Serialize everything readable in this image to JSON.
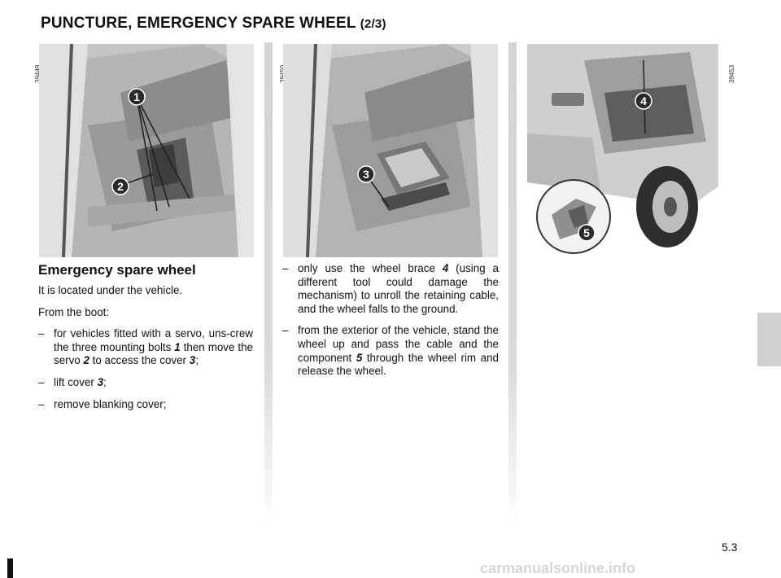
{
  "page": {
    "title": "PUNCTURE, EMERGENCY SPARE WHEEL",
    "title_suffix": "(2/3)",
    "page_number": "5.3",
    "watermark": "carmanualsonline.info"
  },
  "figures": [
    {
      "number": "39449",
      "callouts": [
        "1",
        "2"
      ]
    },
    {
      "number": "39450",
      "callouts": [
        "3"
      ]
    },
    {
      "number": "39453",
      "callouts": [
        "4",
        "5"
      ]
    }
  ],
  "section": {
    "heading": "Emergency spare wheel",
    "intro": "It is located under the vehicle.",
    "from_boot": "From the boot:",
    "steps_left": [
      {
        "dash": "–",
        "parts": [
          "for vehicles fitted with a servo, uns-crew the three mounting bolts ",
          "1",
          " then move the servo ",
          "2",
          " to access the cover ",
          "3",
          ";"
        ]
      },
      {
        "dash": "–",
        "parts": [
          "lift cover ",
          "3",
          ";"
        ]
      },
      {
        "dash": "–",
        "parts": [
          "remove blanking cover;"
        ]
      }
    ],
    "steps_right": [
      {
        "dash": "–",
        "parts": [
          "only use the wheel brace ",
          "4",
          " (using a different tool could damage the mechanism) to unroll the retaining cable, and the wheel falls to the ground."
        ]
      },
      {
        "dash": "–",
        "parts": [
          "from the exterior of the vehicle, stand the wheel up and pass the cable and the component ",
          "5",
          " through the wheel rim and release the wheel."
        ]
      }
    ]
  },
  "colors": {
    "callout_fill": "#2a2a2a",
    "rule": "#d6d6d6",
    "side_tab": "#d0d0d0"
  }
}
